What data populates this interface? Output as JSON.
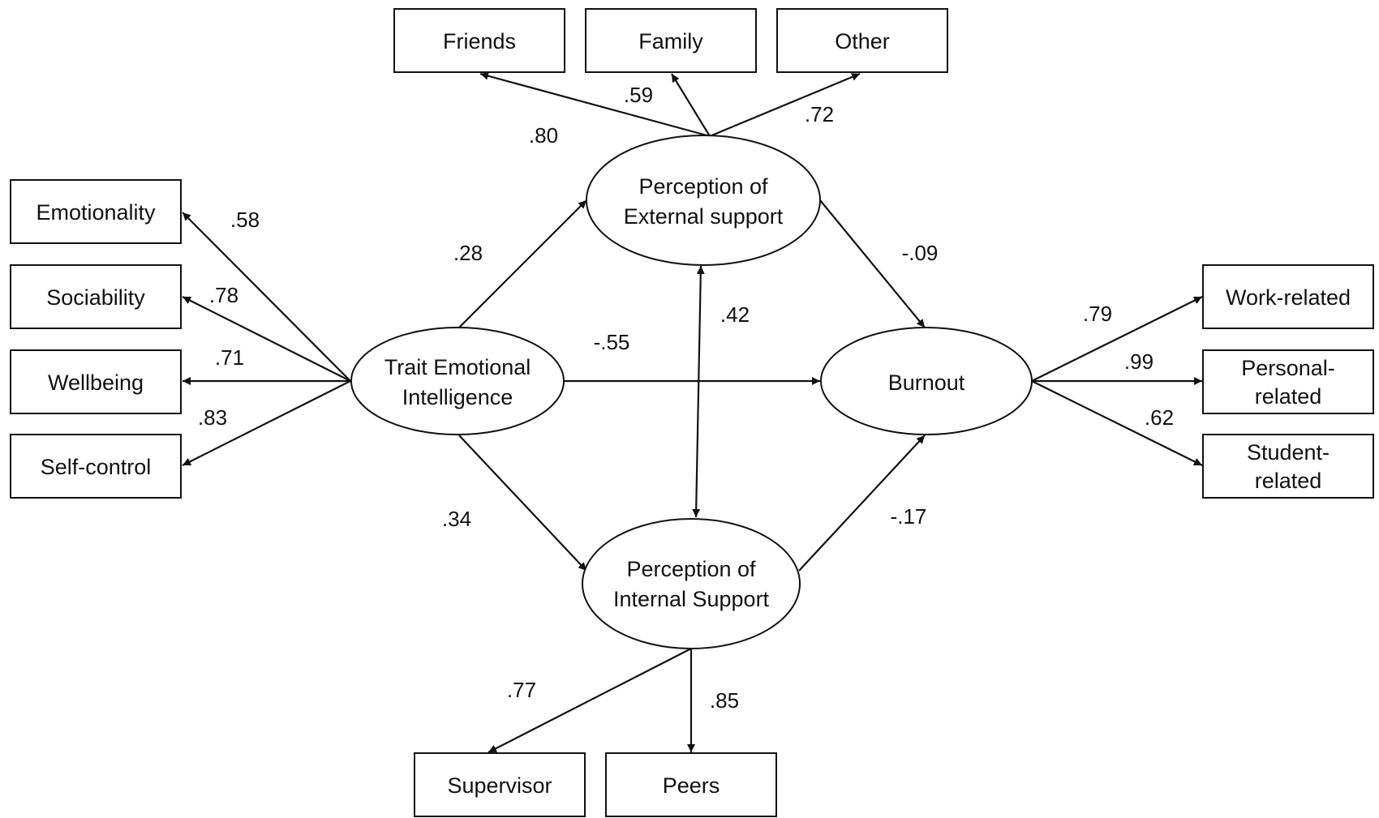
{
  "latent": {
    "trait_ei": {
      "line1": "Trait Emotional",
      "line2": "Intelligence"
    },
    "external_support": {
      "line1": "Perception of",
      "line2": "External support"
    },
    "internal_support": {
      "line1": "Perception of",
      "line2": "Internal Support"
    },
    "burnout": {
      "label": "Burnout"
    }
  },
  "indicators": {
    "friends": "Friends",
    "family": "Family",
    "other": "Other",
    "emotionality": "Emotionality",
    "sociability": "Sociability",
    "wellbeing": "Wellbeing",
    "self_control": "Self-control",
    "work_related": "Work-related",
    "personal_related": {
      "line1": "Personal-",
      "line2": "related"
    },
    "student_related": {
      "line1": "Student-",
      "line2": "related"
    },
    "supervisor": "Supervisor",
    "peers": "Peers"
  },
  "coefficients": {
    "ext_friends": ".80",
    "ext_family": ".59",
    "ext_other": ".72",
    "tei_emotionality": ".58",
    "tei_sociability": ".78",
    "tei_wellbeing": ".71",
    "tei_selfcontrol": ".83",
    "tei_ext": ".28",
    "tei_burnout": "-.55",
    "tei_int": ".34",
    "ext_int": ".42",
    "ext_burnout": "-.09",
    "int_burnout": "-.17",
    "burnout_work": ".79",
    "burnout_personal": ".99",
    "burnout_student": ".62",
    "int_supervisor": ".77",
    "int_peers": ".85"
  }
}
